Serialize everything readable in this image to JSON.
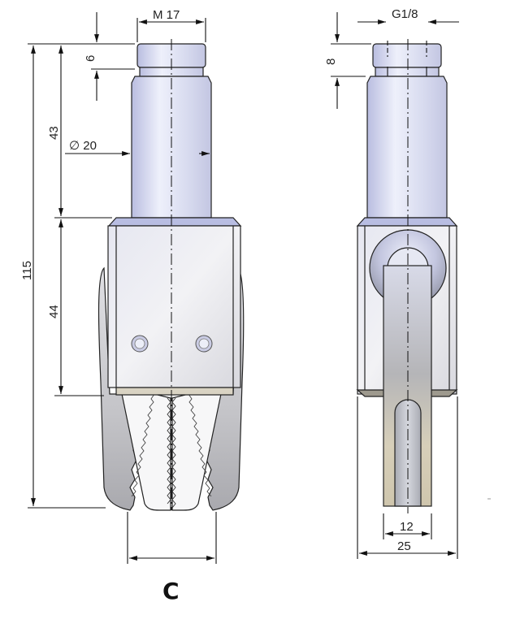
{
  "drawing": {
    "title": "Gripper jaw technical drawing",
    "views": [
      {
        "name": "front-view",
        "description": "Gripper with serrated jaws"
      },
      {
        "name": "side-view",
        "description": "Gripper side with slotted jaw"
      }
    ]
  },
  "dimensions": {
    "thread_front": "M 17",
    "thread_side": "G1/8",
    "thread_height_front": "6",
    "thread_height_side": "8",
    "shank_diameter": "∅ 20",
    "shank_length": "43",
    "body_length": "44",
    "total_length": "115",
    "slot_width": "12",
    "jaw_width": "25"
  },
  "label": {
    "opening": "C"
  },
  "colors": {
    "steel_blue": "#c9cde6",
    "steel_grey": "#d6d6da",
    "jaw_grey": "#b8b8bc",
    "tan": "#d9d3c3",
    "line": "#111111"
  }
}
